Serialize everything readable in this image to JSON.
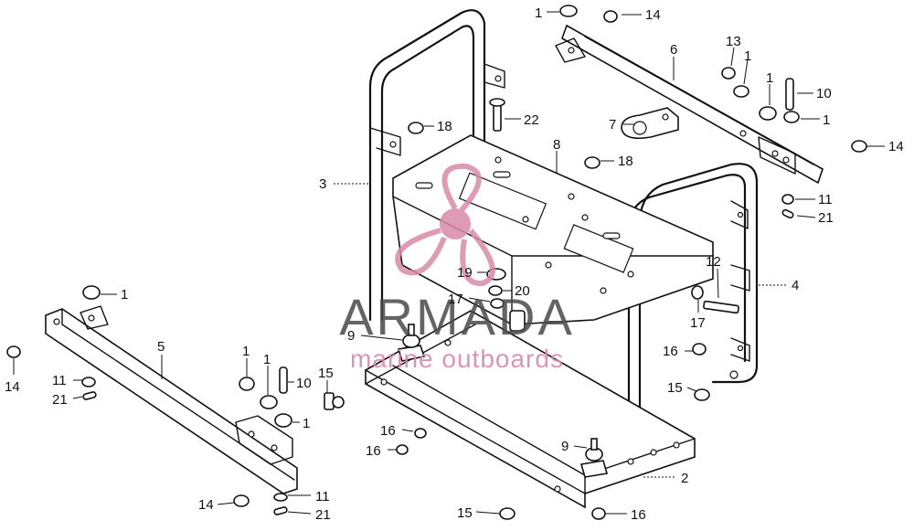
{
  "diagram": {
    "callouts": [
      {
        "id": "c1a",
        "text": "1"
      },
      {
        "id": "c14a",
        "text": "14"
      },
      {
        "id": "c6",
        "text": "6"
      },
      {
        "id": "c13",
        "text": "13"
      },
      {
        "id": "c1b",
        "text": "1"
      },
      {
        "id": "c1c",
        "text": "1"
      },
      {
        "id": "c10a",
        "text": "10"
      },
      {
        "id": "c1d",
        "text": "1"
      },
      {
        "id": "c22",
        "text": "22"
      },
      {
        "id": "c18a",
        "text": "18"
      },
      {
        "id": "c7",
        "text": "7"
      },
      {
        "id": "c8",
        "text": "8"
      },
      {
        "id": "c18b",
        "text": "18"
      },
      {
        "id": "c14b",
        "text": "14"
      },
      {
        "id": "c3",
        "text": "3"
      },
      {
        "id": "c11a",
        "text": "11"
      },
      {
        "id": "c21a",
        "text": "21"
      },
      {
        "id": "c12",
        "text": "12"
      },
      {
        "id": "c4",
        "text": "4"
      },
      {
        "id": "c19",
        "text": "19"
      },
      {
        "id": "c20",
        "text": "20"
      },
      {
        "id": "c17a",
        "text": "17"
      },
      {
        "id": "c17b",
        "text": "17"
      },
      {
        "id": "c1e",
        "text": "1"
      },
      {
        "id": "c9a",
        "text": "9"
      },
      {
        "id": "c16a",
        "text": "16"
      },
      {
        "id": "c15a",
        "text": "15"
      },
      {
        "id": "c5",
        "text": "5"
      },
      {
        "id": "c1f",
        "text": "1"
      },
      {
        "id": "c1g",
        "text": "1"
      },
      {
        "id": "c14c",
        "text": "14"
      },
      {
        "id": "c11b",
        "text": "11"
      },
      {
        "id": "c21b",
        "text": "21"
      },
      {
        "id": "c10b",
        "text": "10"
      },
      {
        "id": "c15b",
        "text": "15"
      },
      {
        "id": "c1h",
        "text": "1"
      },
      {
        "id": "c16b",
        "text": "16"
      },
      {
        "id": "c16c",
        "text": "16"
      },
      {
        "id": "c9b",
        "text": "9"
      },
      {
        "id": "c2",
        "text": "2"
      },
      {
        "id": "c14d",
        "text": "14"
      },
      {
        "id": "c11c",
        "text": "11"
      },
      {
        "id": "c21c",
        "text": "21"
      },
      {
        "id": "c15c",
        "text": "15"
      },
      {
        "id": "c16d",
        "text": "16"
      }
    ]
  },
  "watermark": {
    "brand": "ARMADA",
    "tagline": "marine outboards",
    "logo_color": "#d98aa8"
  }
}
